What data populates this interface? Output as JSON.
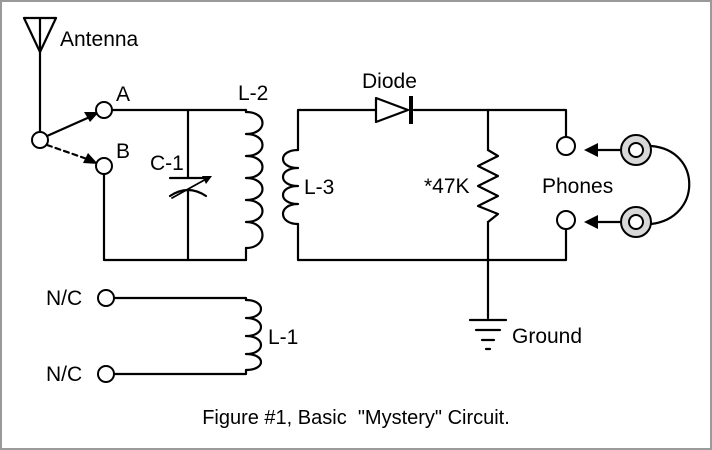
{
  "labels": {
    "antenna": "Antenna",
    "switch_a": "A",
    "switch_b": "B",
    "capacitor": "C-1",
    "coil_l2": "L-2",
    "coil_l3": "L-3",
    "coil_l1": "L-1",
    "diode": "Diode",
    "resistor": "*47K",
    "phones": "Phones",
    "ground": "Ground",
    "nc_top": "N/C",
    "nc_bottom": "N/C"
  },
  "caption": "Figure #1, Basic  \"Mystery\" Circuit.",
  "colors": {
    "ink": "#000000",
    "frame": "#9a9a9a",
    "background": "#ffffff",
    "phone_plug_fill": "#d8d8d8"
  }
}
